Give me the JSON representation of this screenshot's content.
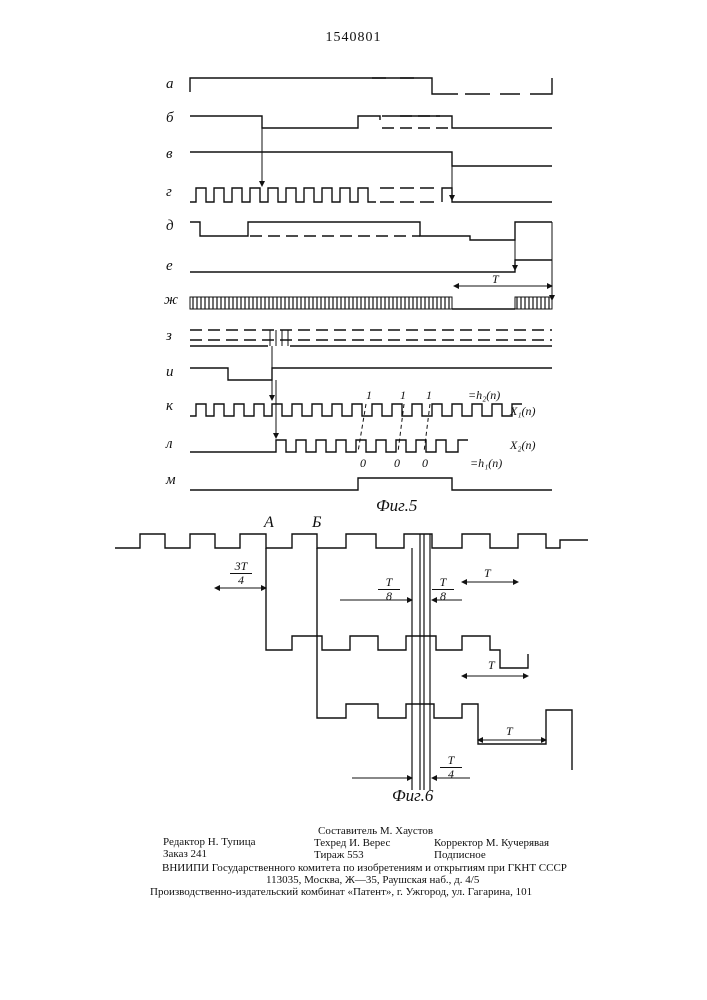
{
  "patent_number": "1540801",
  "fig5": {
    "caption": "Фиг.5",
    "row_labels": [
      "а",
      "б",
      "в",
      "г",
      "д",
      "е",
      "ж",
      "з",
      "и",
      "к",
      "л",
      "м"
    ],
    "period_label": "T",
    "eq_h2": "=h₂(n)",
    "x1": "X₁(n)",
    "x2": "X₂(n)",
    "eq_h1": "=h₁(n)",
    "ones": [
      "1",
      "1",
      "1"
    ],
    "zeros": [
      "0",
      "0",
      "0"
    ]
  },
  "fig6": {
    "caption": "Фиг.6",
    "label_a": "А",
    "label_b": "Б",
    "frac_3t4": {
      "num": "3T",
      "den": "4"
    },
    "frac_t8_left": {
      "num": "T",
      "den": "8"
    },
    "frac_t8_right": {
      "num": "T",
      "den": "8"
    },
    "frac_t4": {
      "num": "T",
      "den": "4"
    },
    "t_labels": [
      "T",
      "T",
      "T"
    ]
  },
  "colophon": {
    "editor": "Редактор Н. Тупица",
    "order": "Заказ 241",
    "compiler": "Составитель М. Хаустов",
    "techred": "Техред И. Верес",
    "circulation": "Тираж 553",
    "corrector": "Корректор М. Кучерявая",
    "subscription": "Подписное",
    "line1": "ВНИИПИ Государственного комитета по изобретениям и открытиям при ГКНТ СССР",
    "line2": "113035, Москва, Ж—35, Раушская наб., д. 4/5",
    "line3": "Производственно-издательский комбинат «Патент», г. Ужгород, ул. Гагарина, 101"
  }
}
